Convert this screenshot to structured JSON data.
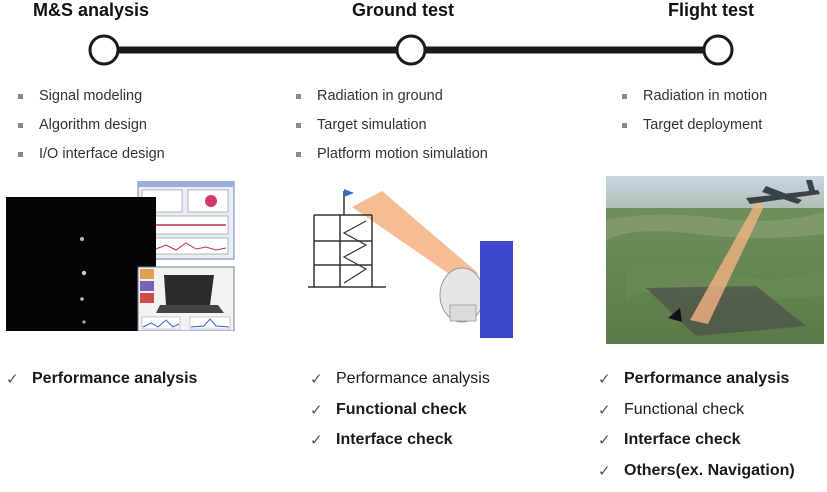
{
  "stages": [
    {
      "title": "M&S analysis",
      "items": [
        "Signal modeling",
        "Algorithm design",
        "I/O interface design"
      ],
      "checks": [
        "Performance analysis"
      ]
    },
    {
      "title": "Ground test",
      "items": [
        "Radiation in ground",
        "Target simulation",
        "Platform motion simulation"
      ],
      "checks": [
        "Performance analysis",
        "Functional check",
        "Interface check"
      ]
    },
    {
      "title": "Flight test",
      "items": [
        "Radiation in motion",
        "Target deployment"
      ],
      "checks": [
        "Performance analysis",
        "Functional check",
        "Interface check",
        "Others(ex. Navigation)"
      ]
    }
  ],
  "icons": {
    "bullet": "square-bullet-icon",
    "check": "checkmark-icon",
    "check_glyph": "✓"
  },
  "colors": {
    "timeline": "#1a1a1a",
    "beam": "#f4b183",
    "target_panel": "#3d47c9",
    "flag": "#2e6fc4"
  }
}
